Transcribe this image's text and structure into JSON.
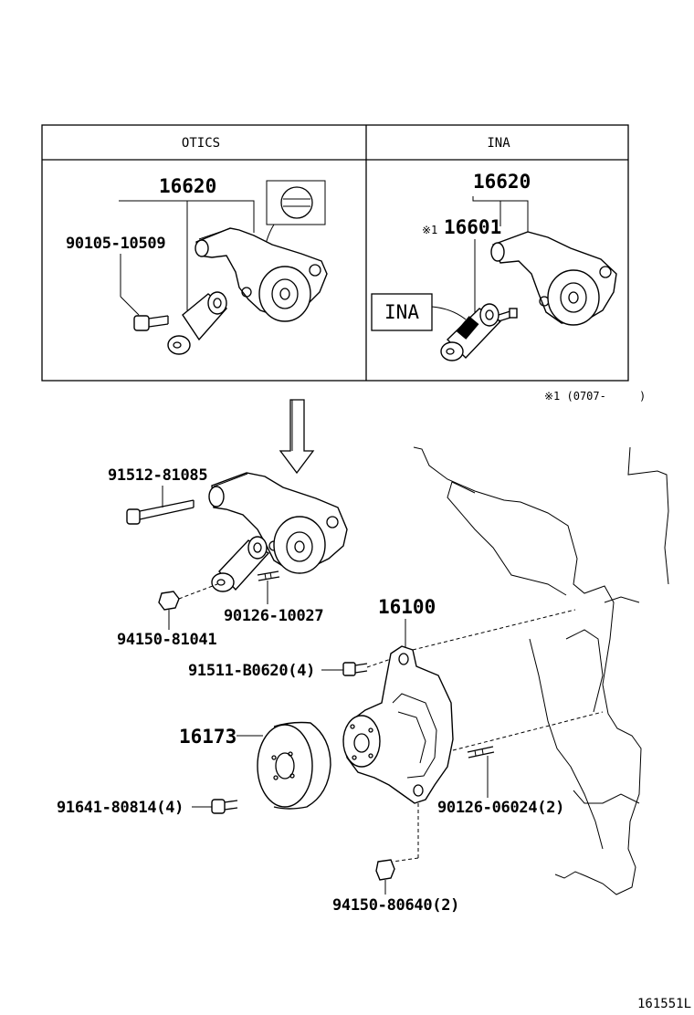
{
  "table": {
    "header_left": "OTICS",
    "header_right": "INA"
  },
  "otics": {
    "assembly_part": "16620",
    "bolt_part": "90105-10509"
  },
  "ina": {
    "assembly_part": "16620",
    "marker": "※1",
    "tensioner_part": "16601",
    "label_box": "INA"
  },
  "footnote": "※1 (0707-     )",
  "parts": {
    "p91512": "91512-81085",
    "p90126a": "90126-10027",
    "p94150a": "94150-81041",
    "p16100": "16100",
    "p91511": "91511-B0620(4)",
    "p16173": "16173",
    "p91641": "91641-80814(4)",
    "p90126b": "90126-06024(2)",
    "p94150b": "94150-80640(2)"
  },
  "figure_id": "161551L"
}
